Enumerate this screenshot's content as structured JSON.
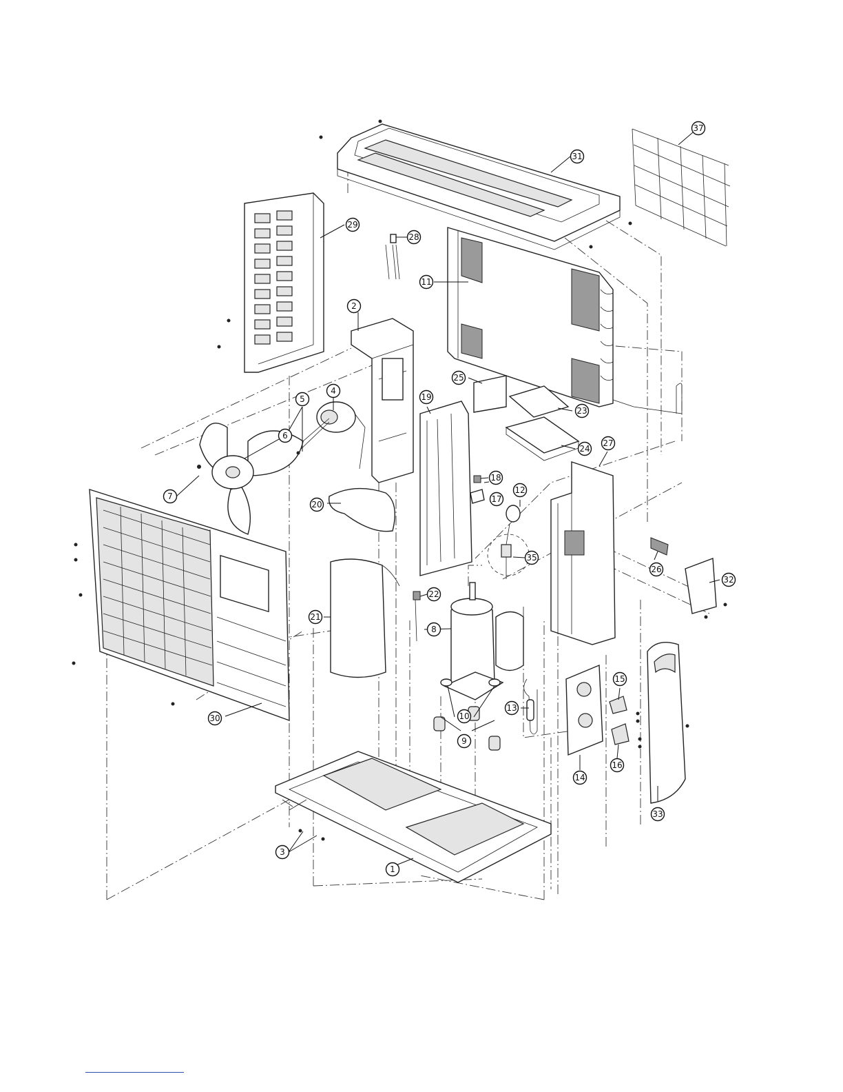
{
  "callouts": [
    {
      "id": "p1",
      "label": "1"
    },
    {
      "id": "p2",
      "label": "2"
    },
    {
      "id": "p3",
      "label": "3"
    },
    {
      "id": "p4",
      "label": "4"
    },
    {
      "id": "p5",
      "label": "5"
    },
    {
      "id": "p6",
      "label": "6"
    },
    {
      "id": "p7",
      "label": "7"
    },
    {
      "id": "p8",
      "label": "8"
    },
    {
      "id": "p9",
      "label": "9"
    },
    {
      "id": "p10",
      "label": "10"
    },
    {
      "id": "p11",
      "label": "11"
    },
    {
      "id": "p12",
      "label": "12"
    },
    {
      "id": "p13",
      "label": "13"
    },
    {
      "id": "p14",
      "label": "14"
    },
    {
      "id": "p15",
      "label": "15"
    },
    {
      "id": "p16",
      "label": "16"
    },
    {
      "id": "p17",
      "label": "17"
    },
    {
      "id": "p18",
      "label": "18"
    },
    {
      "id": "p19",
      "label": "19"
    },
    {
      "id": "p20",
      "label": "20"
    },
    {
      "id": "p21",
      "label": "21"
    },
    {
      "id": "p22",
      "label": "22"
    },
    {
      "id": "p23",
      "label": "23"
    },
    {
      "id": "p24",
      "label": "24"
    },
    {
      "id": "p25",
      "label": "25"
    },
    {
      "id": "p26",
      "label": "26"
    },
    {
      "id": "p27",
      "label": "27"
    },
    {
      "id": "p28",
      "label": "28"
    },
    {
      "id": "p29",
      "label": "29"
    },
    {
      "id": "p30",
      "label": "30"
    },
    {
      "id": "p31",
      "label": "31"
    },
    {
      "id": "p32",
      "label": "32"
    },
    {
      "id": "p33",
      "label": "33"
    },
    {
      "id": "p35",
      "label": "35"
    },
    {
      "id": "p37",
      "label": "37"
    }
  ],
  "colors": {
    "line": "#111111",
    "footer_rule": "#2a4fa8"
  }
}
